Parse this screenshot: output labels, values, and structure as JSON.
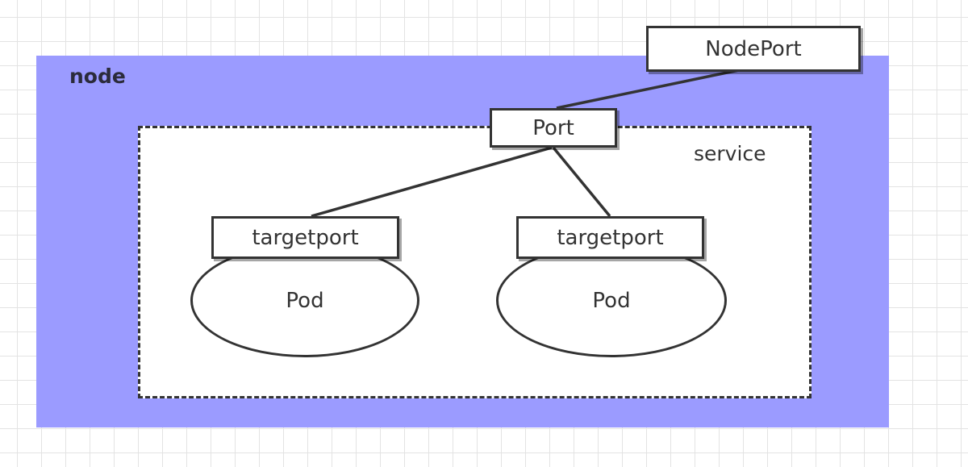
{
  "node": {
    "label": "node",
    "fill_color": "#9b9bff"
  },
  "service": {
    "label": "service"
  },
  "nodeport": {
    "label": "NodePort"
  },
  "port": {
    "label": "Port"
  },
  "pods": [
    {
      "targetport_label": "targetport",
      "pod_label": "Pod"
    },
    {
      "targetport_label": "targetport",
      "pod_label": "Pod"
    }
  ]
}
